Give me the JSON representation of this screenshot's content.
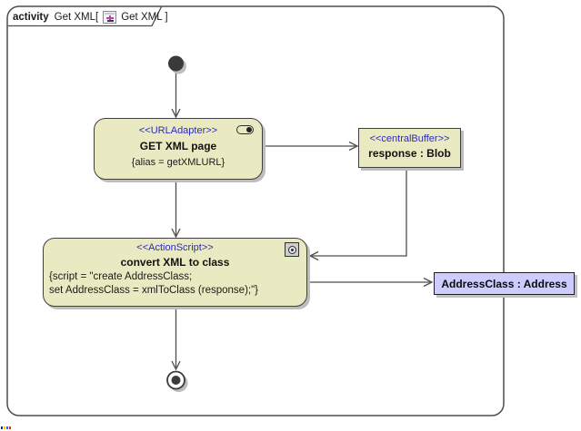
{
  "frame": {
    "keyword": "activity",
    "title_left": "Get XML[",
    "title_right": "Get XML ]"
  },
  "nodes": {
    "get_xml_page": {
      "stereotype": "<<URLAdapter>>",
      "name": "GET XML page",
      "properties": "{alias = getXMLURL}"
    },
    "response_buffer": {
      "stereotype": "<<centralBuffer>>",
      "name": "response : Blob"
    },
    "convert_action": {
      "stereotype": "<<ActionScript>>",
      "name": "convert XML to class",
      "script_line_1": "{script = \"create AddressClass;",
      "script_line_2": "set AddressClass = xmlToClass (response);\"}"
    },
    "address_object": {
      "name": "AddressClass : Address"
    }
  },
  "colors": {
    "node_fill": "#EAEAC2",
    "node_border": "#3F3F3F",
    "stereotype_text": "#2B2BBB",
    "object_fill": "#CCCCFF",
    "shadow": "#BDBDBD",
    "connector": "#4D4D4D",
    "background": "#FFFFFF"
  }
}
